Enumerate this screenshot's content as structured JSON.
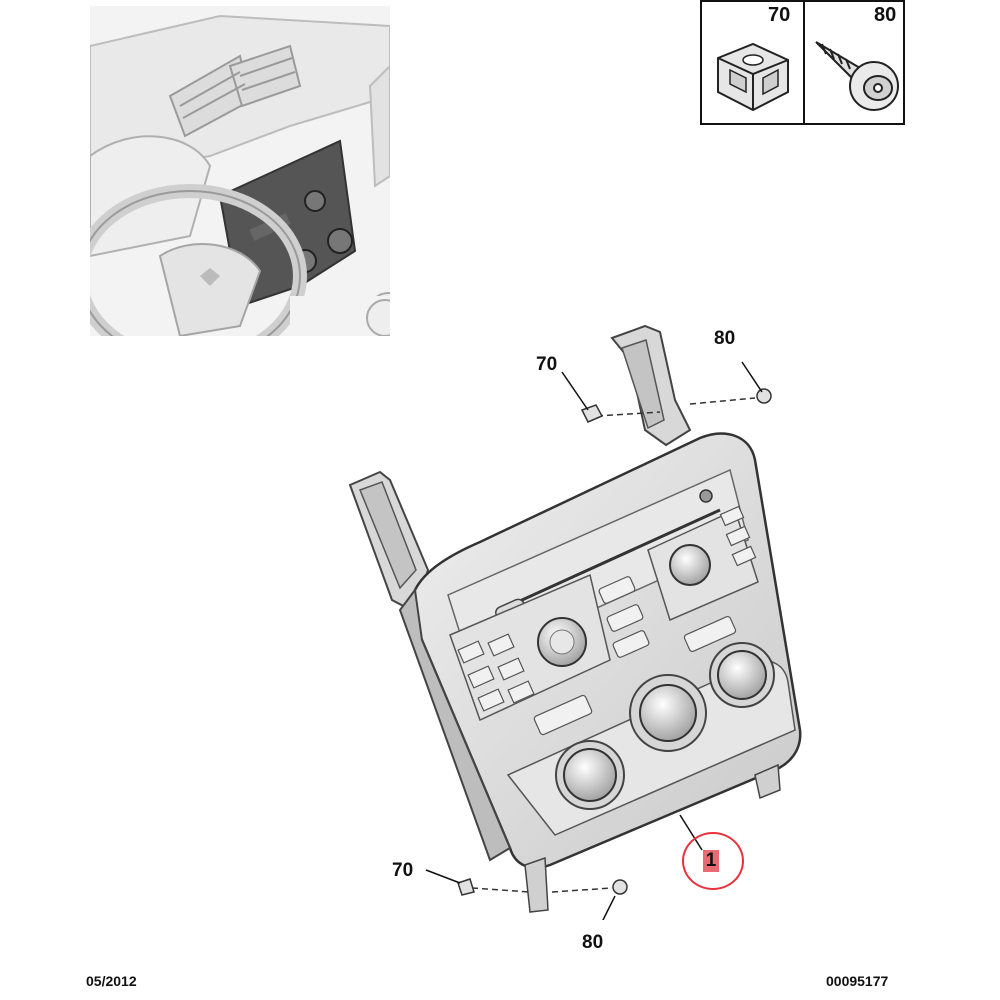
{
  "legend": {
    "parts": [
      {
        "ref": "70",
        "icon": "clip-nut-icon"
      },
      {
        "ref": "80",
        "icon": "screw-icon"
      }
    ]
  },
  "callouts": {
    "clip_top": "70",
    "screw_top": "80",
    "clip_bottom": "70",
    "screw_bottom": "80",
    "main_part": "1"
  },
  "footer": {
    "date": "05/2012",
    "reference": "00095177"
  },
  "colors": {
    "highlight": "#e8323c",
    "part_fill": "#dcdcdc",
    "line": "#333333"
  }
}
